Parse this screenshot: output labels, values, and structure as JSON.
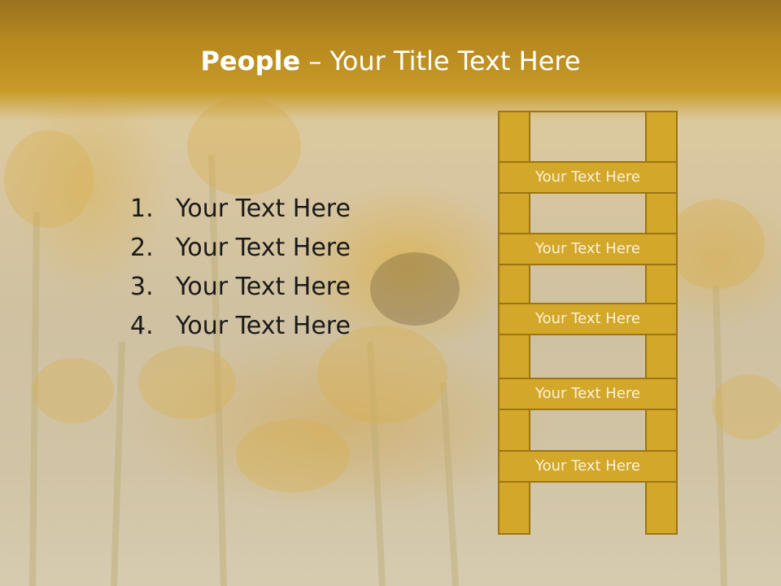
{
  "slide": {
    "title_bold": "People",
    "title_sep": " – ",
    "title_rest": "Your Title Text Here"
  },
  "list": [
    {
      "num": "1.",
      "text": "Your Text Here"
    },
    {
      "num": "2.",
      "text": "Your Text Here"
    },
    {
      "num": "3.",
      "text": "Your Text Here"
    },
    {
      "num": "4.",
      "text": "Your Text Here"
    }
  ],
  "ladder": {
    "rungs": [
      "Your Text Here",
      "Your Text Here",
      "Your Text Here",
      "Your Text Here",
      "Your Text Here"
    ]
  },
  "colors": {
    "title_bar": "#b7891f",
    "ladder_fill": "#d3a72a",
    "ladder_border": "#9c7512"
  }
}
